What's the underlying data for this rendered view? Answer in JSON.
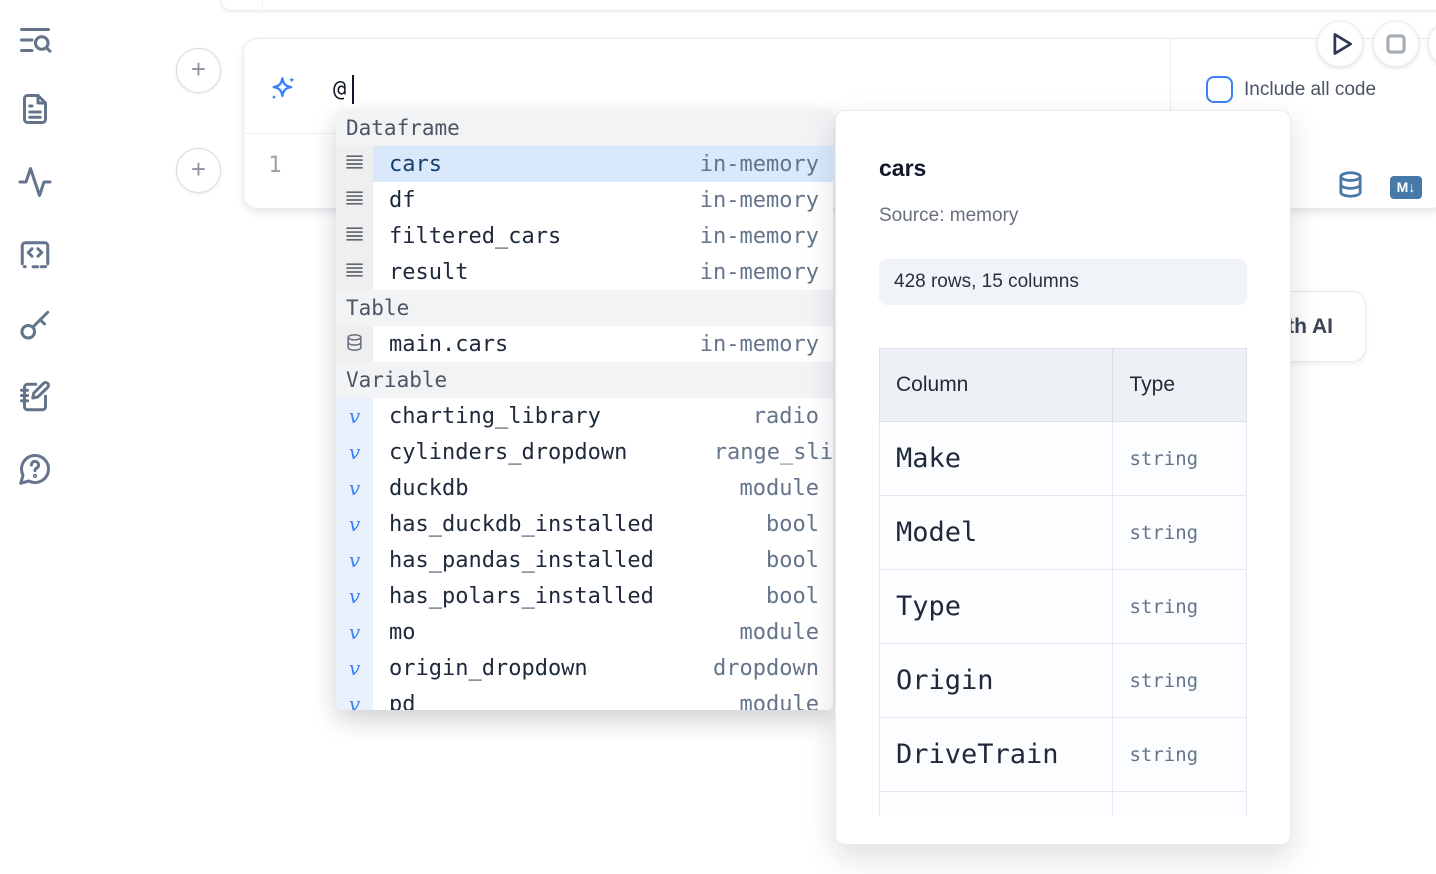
{
  "sidebar": {
    "icons": [
      "list-search-icon",
      "file-text-icon",
      "activity-icon",
      "snippets-code-icon",
      "key-icon",
      "scratchpad-icon",
      "help-chat-icon"
    ]
  },
  "toolbar": {
    "run_icon": "play-icon",
    "stop_icon": "stop-icon"
  },
  "cell": {
    "prompt_value": "@",
    "sparkle_icon": "sparkles-icon",
    "line_number": "1",
    "include_all_code_label": "Include all code",
    "checkbox_checked": false,
    "datasource_icon": "database-icon",
    "markdown_icon": "markdown-icon",
    "markdown_badge_text": "M↓"
  },
  "ai_button": {
    "label": "Generate with AI"
  },
  "autocomplete": {
    "sections": [
      {
        "label": "Dataframe",
        "items": [
          {
            "icon": "rows",
            "name": "cars",
            "type": "in-memory",
            "selected": true
          },
          {
            "icon": "rows",
            "name": "df",
            "type": "in-memory"
          },
          {
            "icon": "rows",
            "name": "filtered_cars",
            "type": "in-memory"
          },
          {
            "icon": "rows",
            "name": "result",
            "type": "in-memory"
          }
        ]
      },
      {
        "label": "Table",
        "items": [
          {
            "icon": "database",
            "name": "main.cars",
            "type": "in-memory"
          }
        ]
      },
      {
        "label": "Variable",
        "items": [
          {
            "icon": "variable",
            "name": "charting_library",
            "type": "radio"
          },
          {
            "icon": "variable",
            "name": "cylinders_dropdown",
            "type": "range_sli",
            "clipped": true
          },
          {
            "icon": "variable",
            "name": "duckdb",
            "type": "module"
          },
          {
            "icon": "variable",
            "name": "has_duckdb_installed",
            "type": "bool"
          },
          {
            "icon": "variable",
            "name": "has_pandas_installed",
            "type": "bool"
          },
          {
            "icon": "variable",
            "name": "has_polars_installed",
            "type": "bool"
          },
          {
            "icon": "variable",
            "name": "mo",
            "type": "module"
          },
          {
            "icon": "variable",
            "name": "origin_dropdown",
            "type": "dropdown"
          },
          {
            "icon": "variable",
            "name": "pd",
            "type": "module"
          }
        ]
      }
    ]
  },
  "preview": {
    "title": "cars",
    "source": "Source: memory",
    "shape_badge": "428 rows, 15 columns",
    "table": {
      "headers": [
        "Column",
        "Type"
      ],
      "rows": [
        [
          "Make",
          "string"
        ],
        [
          "Model",
          "string"
        ],
        [
          "Type",
          "string"
        ],
        [
          "Origin",
          "string"
        ],
        [
          "DriveTrain",
          "string"
        ]
      ],
      "has_partial_row": true
    }
  },
  "colors": {
    "accent_blue": "#3b82f6",
    "steel_blue": "#4678a8",
    "selected_row_bg": "#d9e9fb",
    "section_header_bg": "#f1f3f5",
    "gutter_gray": "#efefef",
    "gutter_blue": "#e9f2fc",
    "badge_bg": "#f0f4f8",
    "icon_slate": "#64748b"
  }
}
